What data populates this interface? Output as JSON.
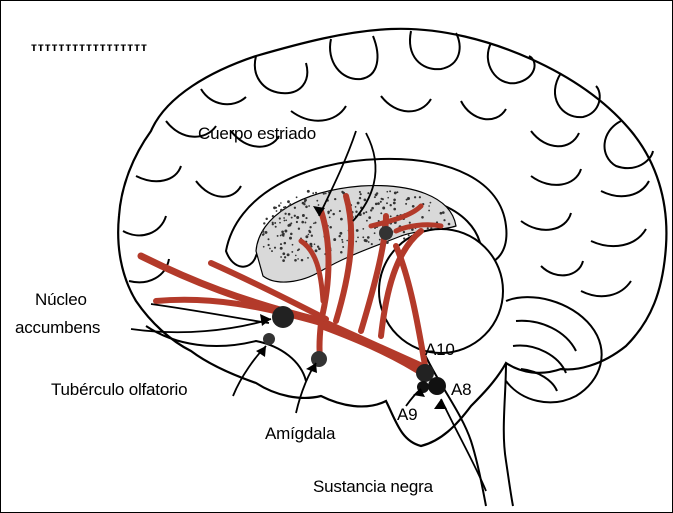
{
  "diagram": {
    "header_text": "ᴛᴛᴛᴛᴛᴛᴛᴛᴛᴛᴛᴛᴛᴛᴛᴛᴛ",
    "labels": {
      "cuerpo_estriado": "Cuerpo estriado",
      "nucleo": "Núcleo",
      "accumbens": "accumbens",
      "tuberculo_olfatorio": "Tubérculo olfatorio",
      "amigdala": "Amígdala",
      "sustancia_negra": "Sustancia negra",
      "a10": "A10",
      "a8": "A8",
      "a9": "A9"
    },
    "colors": {
      "pathway": "#b33a2a",
      "outline": "#000000",
      "background": "#ffffff"
    }
  }
}
